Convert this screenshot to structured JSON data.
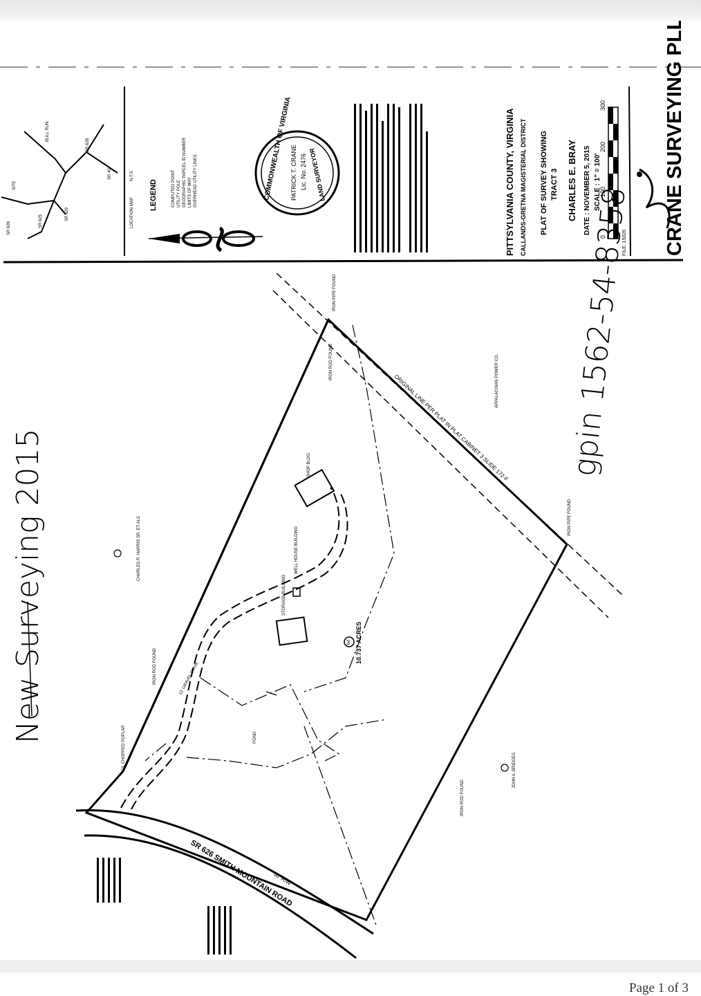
{
  "viewer": {
    "page_indicator": "Page 1 of 3"
  },
  "handwritten": {
    "survey_note": "New Surveying 2015",
    "gpin": "gpin 1562-54-8358"
  },
  "location_map": {
    "title": "LOCATION MAP",
    "scale": "N.T.S.",
    "roads": [
      "SR 626",
      "SR 625",
      "SR 628",
      "SR 40",
      "SR 629",
      "BULL RUN",
      "SITE"
    ]
  },
  "legend": {
    "title": "LEGEND",
    "items": [
      "COMPUTED POINT",
      "UTILITY POLE",
      "GEOGRAPHIC PARCEL ID NUMBER",
      "LIMITS OF WAY",
      "OVERHEAD UTILITY LINES"
    ]
  },
  "seal": {
    "outer_text": "COMMONWEALTH OF VIRGINIA",
    "name": "PATRICK T. CRANE",
    "license": "Lic. No. 2476",
    "bottom_text": "LAND SURVEYOR"
  },
  "title_block": {
    "county": "PITTSYLVANIA COUNTY, VIRGINIA",
    "location": "CALLANDS-GRETNA MAGISTERIAL DISTRICT",
    "doc_type": "PLAT OF SURVEY SHOWING",
    "tract": "TRACT 3",
    "prepared_for": "CHARLES E. BRAY",
    "date": "DATE : NOVEMBER 5, 2015",
    "scale": "SCALE : 1\" = 100'",
    "file": "FILE: 15026",
    "scale_bar_labels": [
      "0",
      "100",
      "200",
      "300"
    ]
  },
  "company": {
    "name": "CRANE SURVEYING PLLC"
  },
  "parcel": {
    "acreage": "10.737 ACRES",
    "tract_no": "3",
    "shop_bldg": "SHOP BLDG.",
    "well_house": "WELL HOUSE BUILDING",
    "pond": "POND",
    "gravel_drive": "12' GRAVEL DRIVE",
    "storage": "STORAGE BUILDING",
    "road": "SR 626 SMITH MOUNTAIN ROAD",
    "road_row": "50' R/W",
    "powerline": "ORIGINAL LINE PER PLAT IN PLAT CABINET 3 SLIDE 172-F",
    "power_company": "APPALACHIAN POWER CO."
  },
  "monuments": [
    "IRON PIPE FOUND",
    "IRON ROD FOUND",
    "IRON ROD FOUND",
    "IRON PIPE FOUND",
    "IRON ROD FOUND",
    "C/L CHOPPED POPLAR"
  ],
  "adjoiners": [
    "CHARLES R. HARRIS SR. ET ALS",
    "JOHN A. BRIDGES"
  ]
}
